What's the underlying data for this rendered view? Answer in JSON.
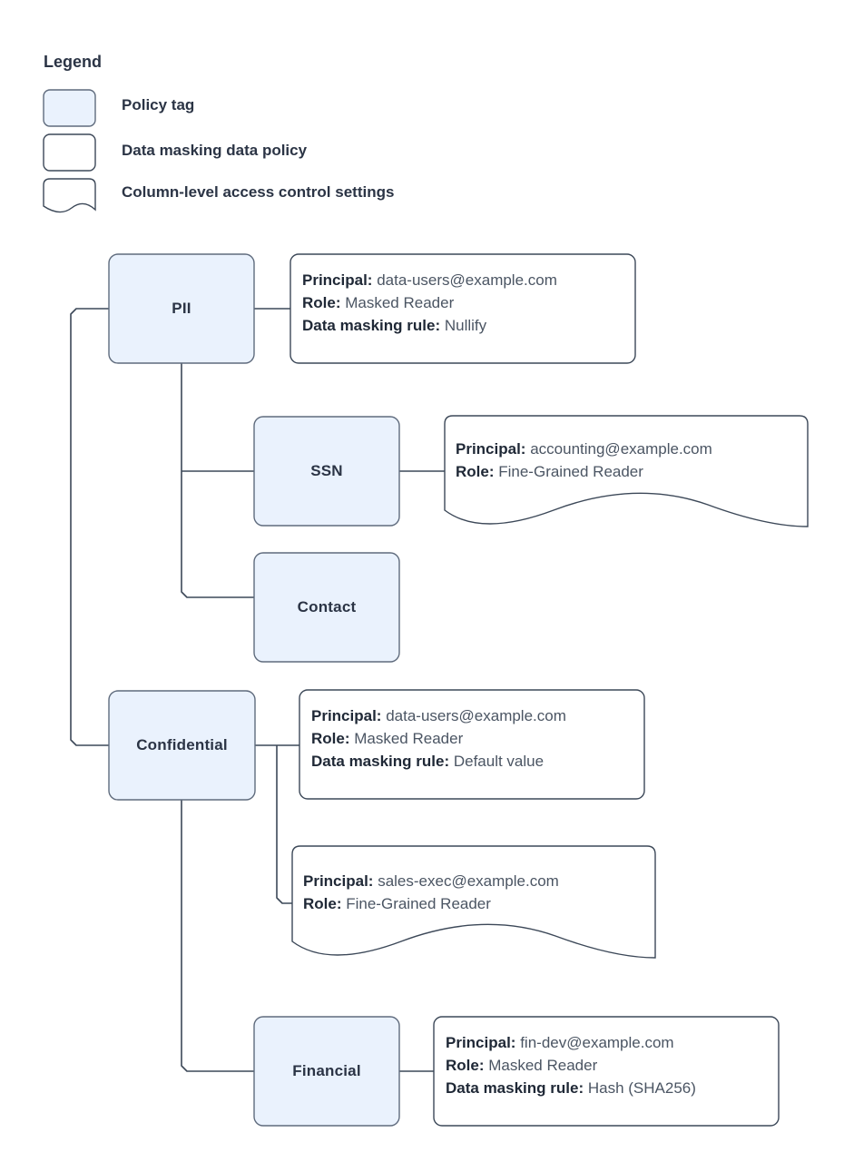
{
  "legend": {
    "title": "Legend",
    "items": [
      {
        "shape": "policy-tag-swatch",
        "label": "Policy tag"
      },
      {
        "shape": "data-masking-policy-swatch",
        "label": "Data masking data policy"
      },
      {
        "shape": "column-level-access-control-swatch",
        "label": "Column-level access control settings"
      }
    ]
  },
  "labels": {
    "principal": "Principal:",
    "role": "Role:",
    "masking_rule": "Data masking rule:"
  },
  "nodes": [
    {
      "id": "pii",
      "label": "PII",
      "type": "policy-tag"
    },
    {
      "id": "ssn",
      "label": "SSN",
      "type": "policy-tag"
    },
    {
      "id": "contact",
      "label": "Contact",
      "type": "policy-tag"
    },
    {
      "id": "confidential",
      "label": "Confidential",
      "type": "policy-tag"
    },
    {
      "id": "financial",
      "label": "Financial",
      "type": "policy-tag"
    }
  ],
  "callouts": [
    {
      "id": "pii-policy",
      "attached_to": "pii",
      "type": "data-masking-data-policy",
      "principal": "data-users@example.com",
      "role": "Masked Reader",
      "masking_rule": "Nullify"
    },
    {
      "id": "ssn-acl",
      "attached_to": "ssn",
      "type": "column-level-access-control-settings",
      "principal": "accounting@example.com",
      "role": "Fine-Grained Reader",
      "masking_rule": null
    },
    {
      "id": "confidential-policy",
      "attached_to": "confidential",
      "type": "data-masking-data-policy",
      "principal": "data-users@example.com",
      "role": "Masked Reader",
      "masking_rule": "Default value"
    },
    {
      "id": "confidential-acl",
      "attached_to": "confidential",
      "type": "column-level-access-control-settings",
      "principal": "sales-exec@example.com",
      "role": "Fine-Grained Reader",
      "masking_rule": null
    },
    {
      "id": "financial-policy",
      "attached_to": "financial",
      "type": "data-masking-data-policy",
      "principal": "fin-dev@example.com",
      "role": "Masked Reader",
      "masking_rule": "Hash (SHA256)"
    }
  ],
  "colors": {
    "policy_tag_fill": "#eaf2fd",
    "policy_tag_stroke": "#5f6b7d",
    "callout_fill": "#ffffff",
    "callout_stroke": "#3c4858",
    "edge": "#3c4858",
    "heading_text": "#2b3445",
    "body_text": "#4b5563",
    "background": "#ffffff"
  }
}
